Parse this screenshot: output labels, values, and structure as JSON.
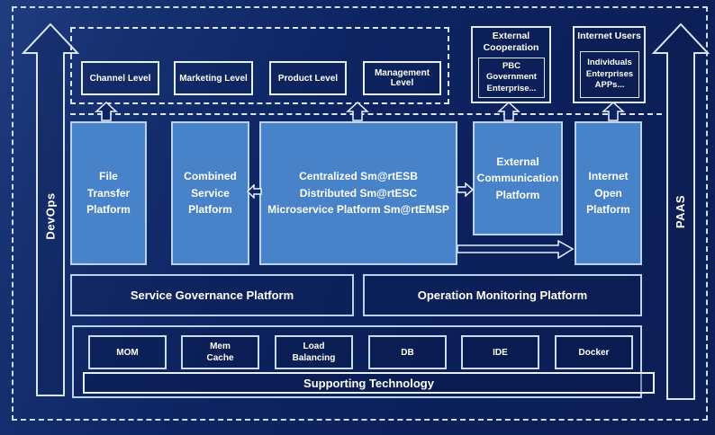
{
  "side_arrows": {
    "left_label": "DevOps",
    "right_label": "PAAS"
  },
  "top_section": {
    "levels": [
      "Channel Level",
      "Marketing Level",
      "Product Level",
      "Management Level"
    ],
    "external_cooperation": {
      "title": "External\nCooperation",
      "inner": "PBC Government\nEnterprise..."
    },
    "internet_users": {
      "title": "Internet Users",
      "inner": "Individuals\nEnterprises\nAPPs..."
    }
  },
  "platforms": {
    "file_transfer": "File\nTransfer\nPlatform",
    "combined_service": "Combined\nService\nPlatform",
    "esb_core": "Centralized Sm@rtESB\nDistributed Sm@rtESC\nMicroservice Platform Sm@rtEMSP",
    "external_communication": "External\nCommunication\nPlatform",
    "internet_open": "Internet\nOpen\nPlatform"
  },
  "governance": {
    "service": "Service Governance Platform",
    "operation": "Operation Monitoring Platform"
  },
  "supporting": {
    "items": [
      "MOM",
      "Mem\nCache",
      "Load\nBalancing",
      "DB",
      "IDE",
      "Docker"
    ],
    "bar_label": "Supporting Technology"
  },
  "colors": {
    "background": "#0e2563",
    "platform_fill": "#4883c9",
    "border_light": "#b9d2ee",
    "border_white": "#e8f0fa",
    "text": "#ffffff"
  }
}
